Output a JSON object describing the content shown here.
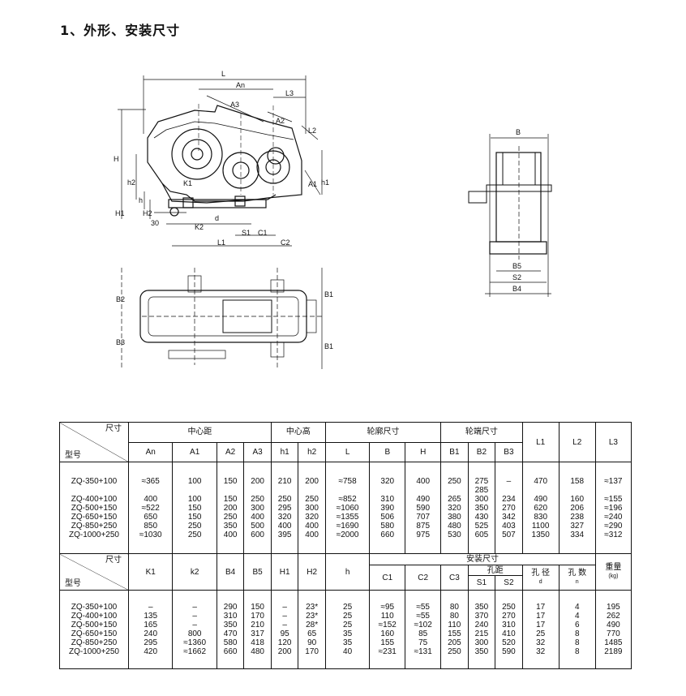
{
  "title": "1、外形、安装尺寸",
  "drawing_labels": {
    "L": "L",
    "An": "An",
    "L3": "L3",
    "A3": "A3",
    "A2": "A2",
    "L2": "L2",
    "H": "H",
    "h2": "h2",
    "h": "h",
    "H2": "H2",
    "H1": "H1",
    "K1": "K1",
    "d": "d",
    "K2": "K2",
    "30": "30",
    "S1": "S1",
    "C1": "C1",
    "C2": "C2",
    "L1": "L1",
    "A1": "A1",
    "h1": "h1",
    "B": "B",
    "B5": "B5",
    "S2": "S2",
    "B4": "B4",
    "B2": "B2",
    "B3": "B3",
    "Bb1": "B1",
    "Bb2": "B1"
  },
  "table1": {
    "corner_top": "尺寸",
    "corner_bottom": "型号",
    "groups": [
      "中心距",
      "中心高",
      "轮廓尺寸",
      "轮端尺寸"
    ],
    "single_headers": [
      "L1",
      "L2",
      "L3"
    ],
    "columns": [
      "An",
      "A1",
      "A2",
      "A3",
      "h1",
      "h2",
      "L",
      "B",
      "H",
      "B1",
      "B2",
      "B3"
    ],
    "models": "ZQ-350+100\n\nZQ-400+100\nZQ-500+150\nZQ-650+150\nZQ-850+250\nZQ-1000+250",
    "cols": [
      "≈365\n\n400\n≈522\n650\n850\n≈1030",
      "100\n\n100\n150\n150\n250\n250",
      "150\n\n150\n200\n250\n350\n400",
      "200\n\n250\n300\n400\n500\n600",
      "210\n\n250\n295\n320\n400\n395",
      "200\n\n250\n300\n320\n400\n400",
      "≈758\n\n≈852\n≈1060\n≈1355\n≈1690\n≈2000",
      "320\n\n310\n390\n506\n580\n660",
      "400\n\n490\n590\n707\n875\n975",
      "250\n\n265\n320\n380\n480\n530",
      "275\n285\n300\n350\n430\n525\n605",
      "–\n\n234\n270\n342\n403\n507",
      "470\n\n490\n620\n830\n1100\n1350",
      "158\n\n160\n206\n238\n327\n334",
      "≈137\n\n≈155\n≈196\n≈240\n≈290\n≈312"
    ]
  },
  "table2": {
    "corner_top": "尺寸",
    "corner_bottom": "型号",
    "group": "安装尺寸",
    "subgroup": "孔距",
    "columns": [
      "K1",
      "k2",
      "B4",
      "B5",
      "H1",
      "H2",
      "h",
      "C1",
      "C2",
      "C3",
      "S1",
      "S2"
    ],
    "hole_dia": "孔 径",
    "hole_dia_sym": "d",
    "hole_num": "孔 数",
    "hole_num_sym": "n",
    "weight": "重量",
    "weight_unit": "(kg)",
    "models": "ZQ-350+100\nZQ-400+100\nZQ-500+150\nZQ-650+150\nZQ-850+250\nZQ-1000+250",
    "cols": [
      "–\n135\n165\n240\n295\n420",
      "–\n–\n–\n800\n≈1360\n≈1662",
      "290\n310\n350\n470\n580\n660",
      "150\n170\n210\n317\n418\n480",
      "–\n–\n–\n95\n120\n200",
      "23*\n23*\n28*\n65\n90\n170",
      "25\n25\n25\n35\n35\n40",
      "≈95\n110\n≈152\n160\n155\n≈231",
      "≈55\n≈55\n≈102\n85\n75\n≈131",
      "80\n80\n110\n155\n205\n250",
      "350\n370\n240\n215\n300\n350",
      "250\n270\n310\n410\n520\n590",
      "17\n17\n17\n25\n32\n32",
      "4\n4\n6\n8\n8\n8",
      "195\n262\n490\n770\n1485\n2189"
    ]
  }
}
